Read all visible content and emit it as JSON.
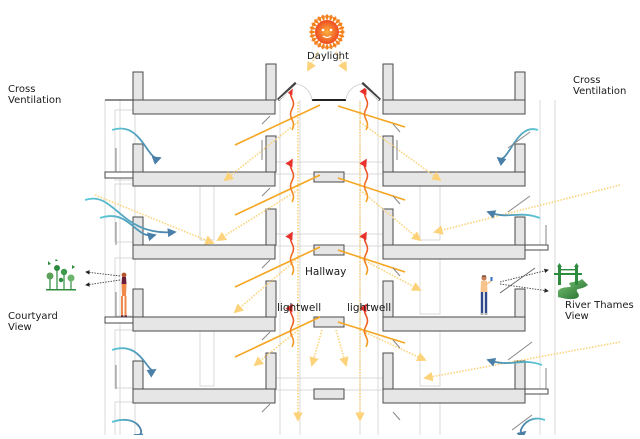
{
  "diagram": {
    "title": "Building section — daylight, ventilation and views",
    "labels": {
      "daylight": "Daylight",
      "cross_ventilation_left": "Cross\nVentilation",
      "cross_ventilation_right": "Cross\nVentilation",
      "courtyard_view": "Courtyard\nView",
      "river_view": "River Thames\nView",
      "hallway": "Hallway",
      "lightwell_left": "lightwell",
      "lightwell_right": "lightwell"
    },
    "icons": {
      "sun": "sun-icon",
      "plants": "courtyard-plants-icon",
      "bridge": "tower-bridge-icon",
      "woman": "woman-figure",
      "man": "man-figure"
    },
    "colors": {
      "wall_fill": "#e6e6e6",
      "wall_stroke": "#4a4a4a",
      "light_line": "#d9d9d9",
      "daylight_dotted": "#fcd37a",
      "warm_orange": "#f5a623",
      "heat_red": "#e8312a",
      "air_cyan": "#5bc8d6",
      "air_blue": "#4a7fa8",
      "sun_orange": "#f58220",
      "view_green": "#2e8b3e",
      "text": "#1a1a1a"
    },
    "floors": 5
  }
}
